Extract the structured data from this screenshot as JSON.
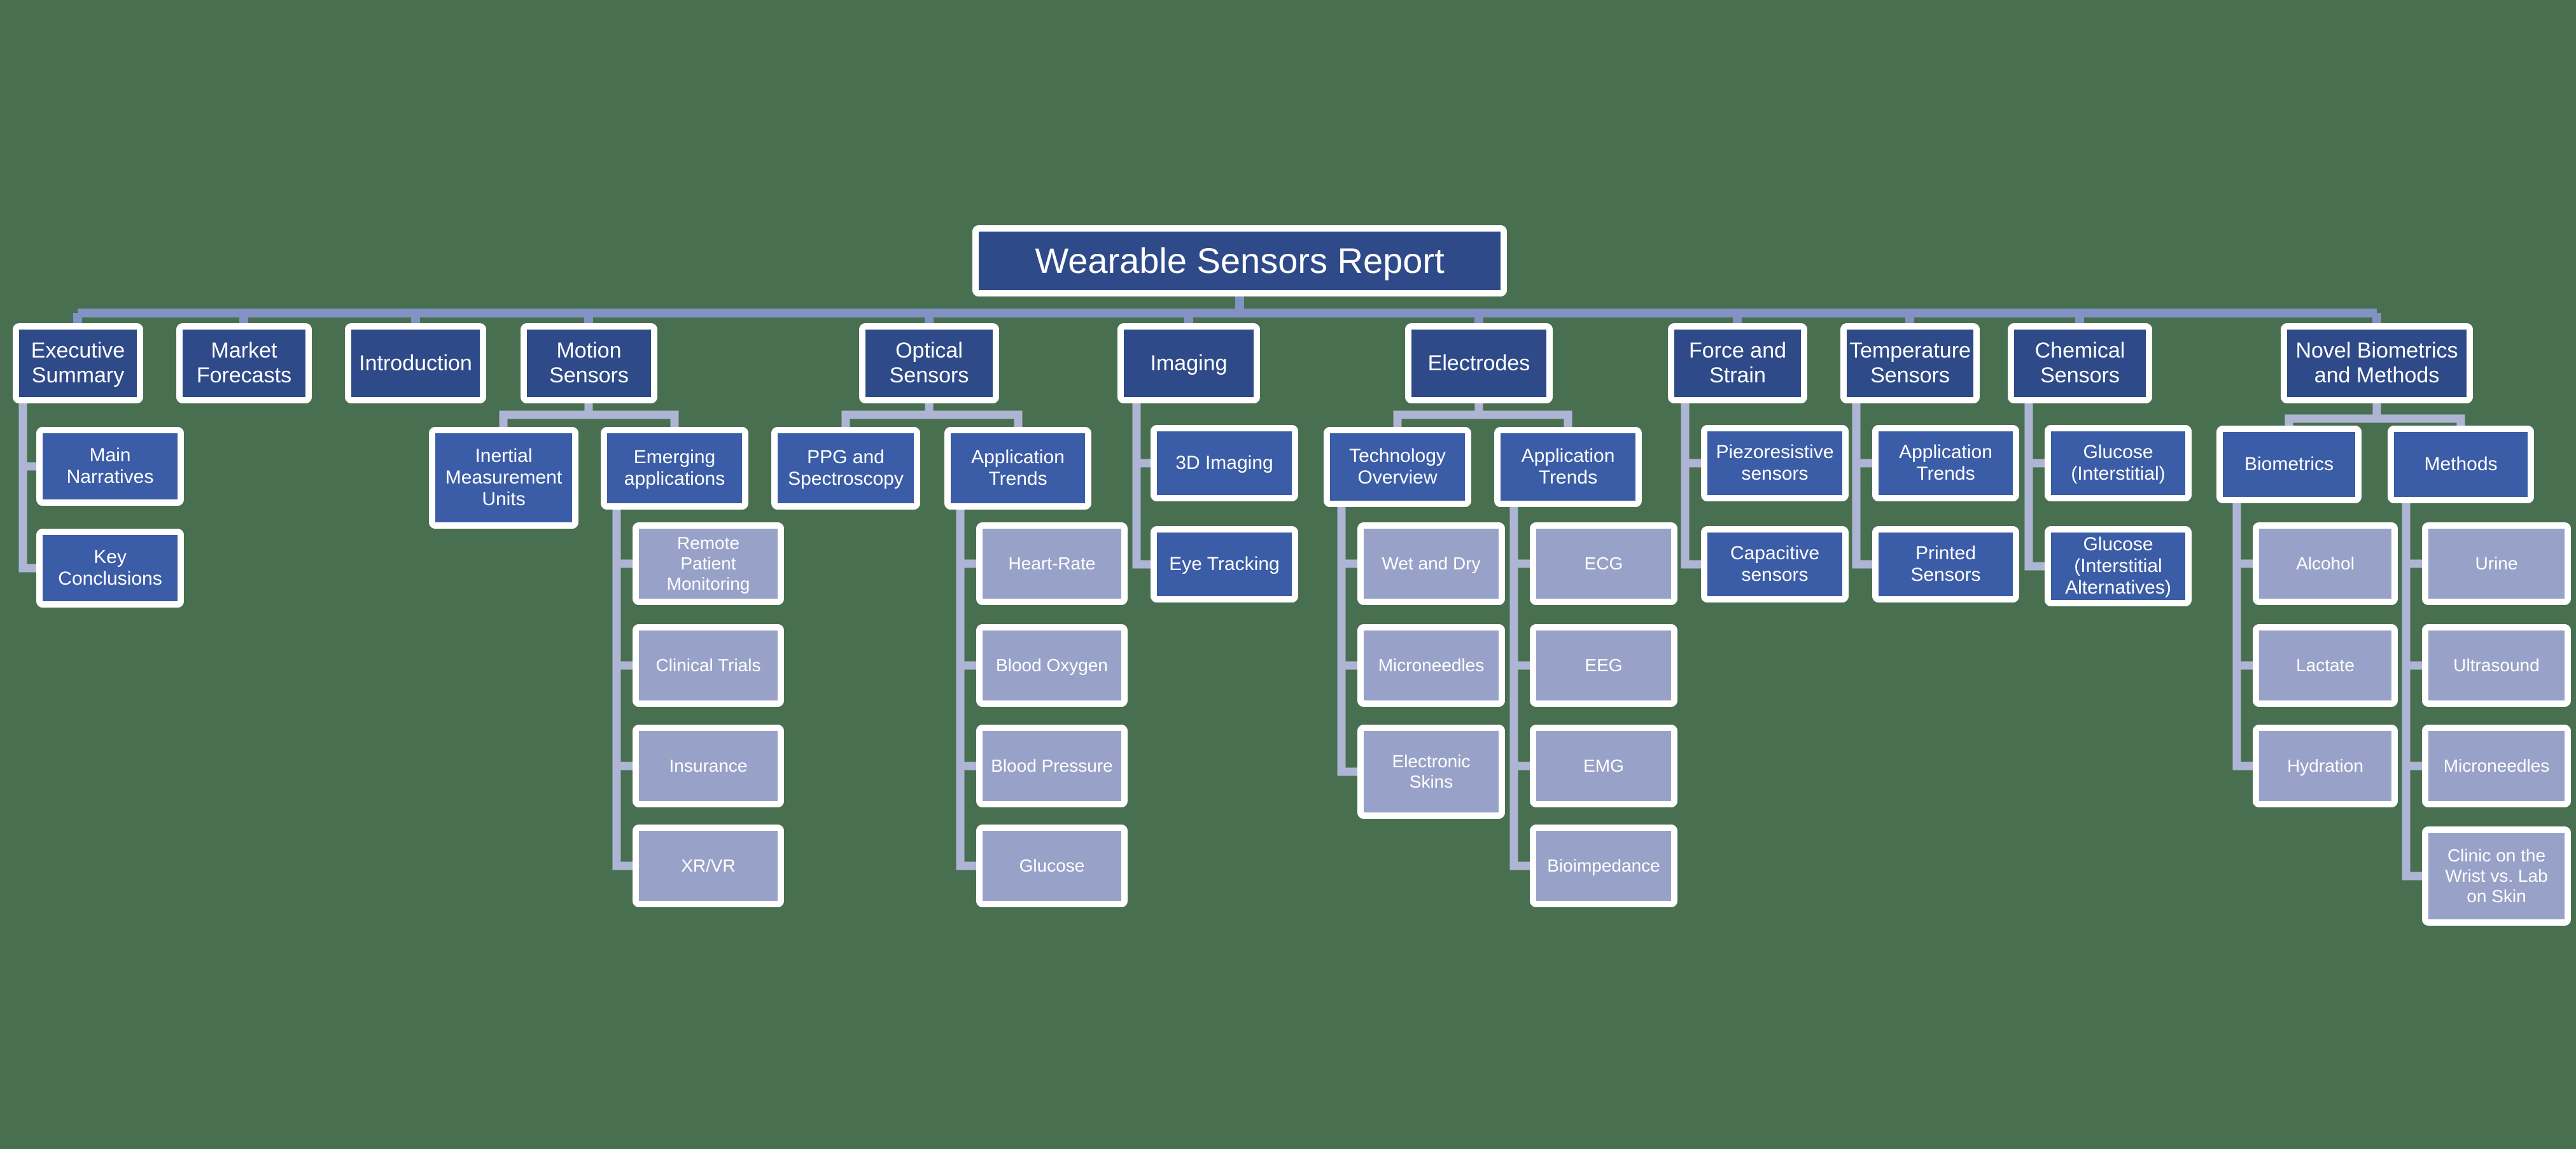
{
  "diagram_type": "org-chart-tree",
  "colors": {
    "background": "#486F50",
    "level1_fill": "#2E4A88",
    "level2_fill": "#3B5CA6",
    "level3_fill": "#98A2C8",
    "box_border": "#FFFFFF",
    "text": "#FFFFFF",
    "connector_main": "#8392C5",
    "connector_sub": "#AEB5D4"
  },
  "root": {
    "label": "Wearable Sensors Report"
  },
  "sections": [
    {
      "label": "Executive\nSummary",
      "children": [
        {
          "label": "Main\nNarratives"
        },
        {
          "label": "Key\nConclusions"
        }
      ]
    },
    {
      "label": "Market\nForecasts"
    },
    {
      "label": "Introduction"
    },
    {
      "label": "Motion\nSensors",
      "children": [
        {
          "label": "Inertial\nMeasurement\nUnits"
        },
        {
          "label": "Emerging\napplications",
          "children": [
            {
              "label": "Remote\nPatient\nMonitoring"
            },
            {
              "label": "Clinical Trials"
            },
            {
              "label": "Insurance"
            },
            {
              "label": "XR/VR"
            }
          ]
        }
      ]
    },
    {
      "label": "Optical\nSensors",
      "children": [
        {
          "label": "PPG and\nSpectroscopy"
        },
        {
          "label": "Application\nTrends",
          "children": [
            {
              "label": "Heart-Rate"
            },
            {
              "label": "Blood Oxygen"
            },
            {
              "label": "Blood Pressure"
            },
            {
              "label": "Glucose"
            }
          ]
        }
      ]
    },
    {
      "label": "Imaging",
      "children": [
        {
          "label": "3D Imaging"
        },
        {
          "label": "Eye Tracking"
        }
      ]
    },
    {
      "label": "Electrodes",
      "children": [
        {
          "label": "Technology\nOverview",
          "children": [
            {
              "label": "Wet and Dry"
            },
            {
              "label": "Microneedles"
            },
            {
              "label": "Electronic\nSkins"
            }
          ]
        },
        {
          "label": "Application\nTrends",
          "children": [
            {
              "label": "ECG"
            },
            {
              "label": "EEG"
            },
            {
              "label": "EMG"
            },
            {
              "label": "Bioimpedance"
            }
          ]
        }
      ]
    },
    {
      "label": "Force and\nStrain",
      "children": [
        {
          "label": "Piezoresistive\nsensors"
        },
        {
          "label": "Capacitive\nsensors"
        }
      ]
    },
    {
      "label": "Temperature\nSensors",
      "children": [
        {
          "label": "Application\nTrends"
        },
        {
          "label": "Printed\nSensors"
        }
      ]
    },
    {
      "label": "Chemical\nSensors",
      "children": [
        {
          "label": "Glucose\n(Interstitial)"
        },
        {
          "label": "Glucose\n(Interstitial\nAlternatives)"
        }
      ]
    },
    {
      "label": "Novel Biometrics\nand Methods",
      "children": [
        {
          "label": "Biometrics",
          "children": [
            {
              "label": "Alcohol"
            },
            {
              "label": "Lactate"
            },
            {
              "label": "Hydration"
            }
          ]
        },
        {
          "label": "Methods",
          "children": [
            {
              "label": "Urine"
            },
            {
              "label": "Ultrasound"
            },
            {
              "label": "Microneedles"
            },
            {
              "label": "Clinic on the\nWrist vs. Lab\non Skin"
            }
          ]
        }
      ]
    }
  ]
}
